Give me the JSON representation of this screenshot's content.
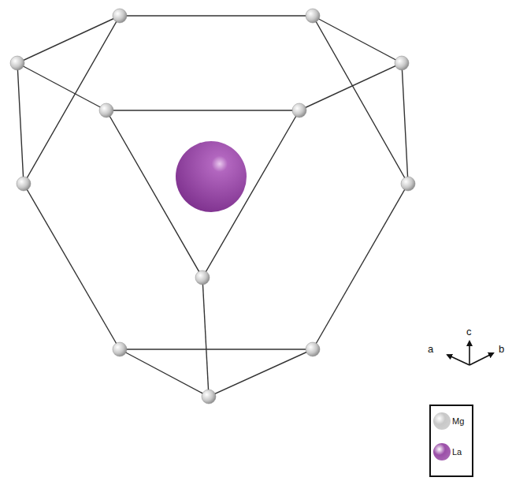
{
  "diagram": {
    "labels": [
      "a",
      "b",
      "c"
    ],
    "legend": [
      {
        "text": "Mg",
        "color": "#c8c8c8"
      },
      {
        "text": "La",
        "color": "#9b4fa8"
      }
    ]
  }
}
